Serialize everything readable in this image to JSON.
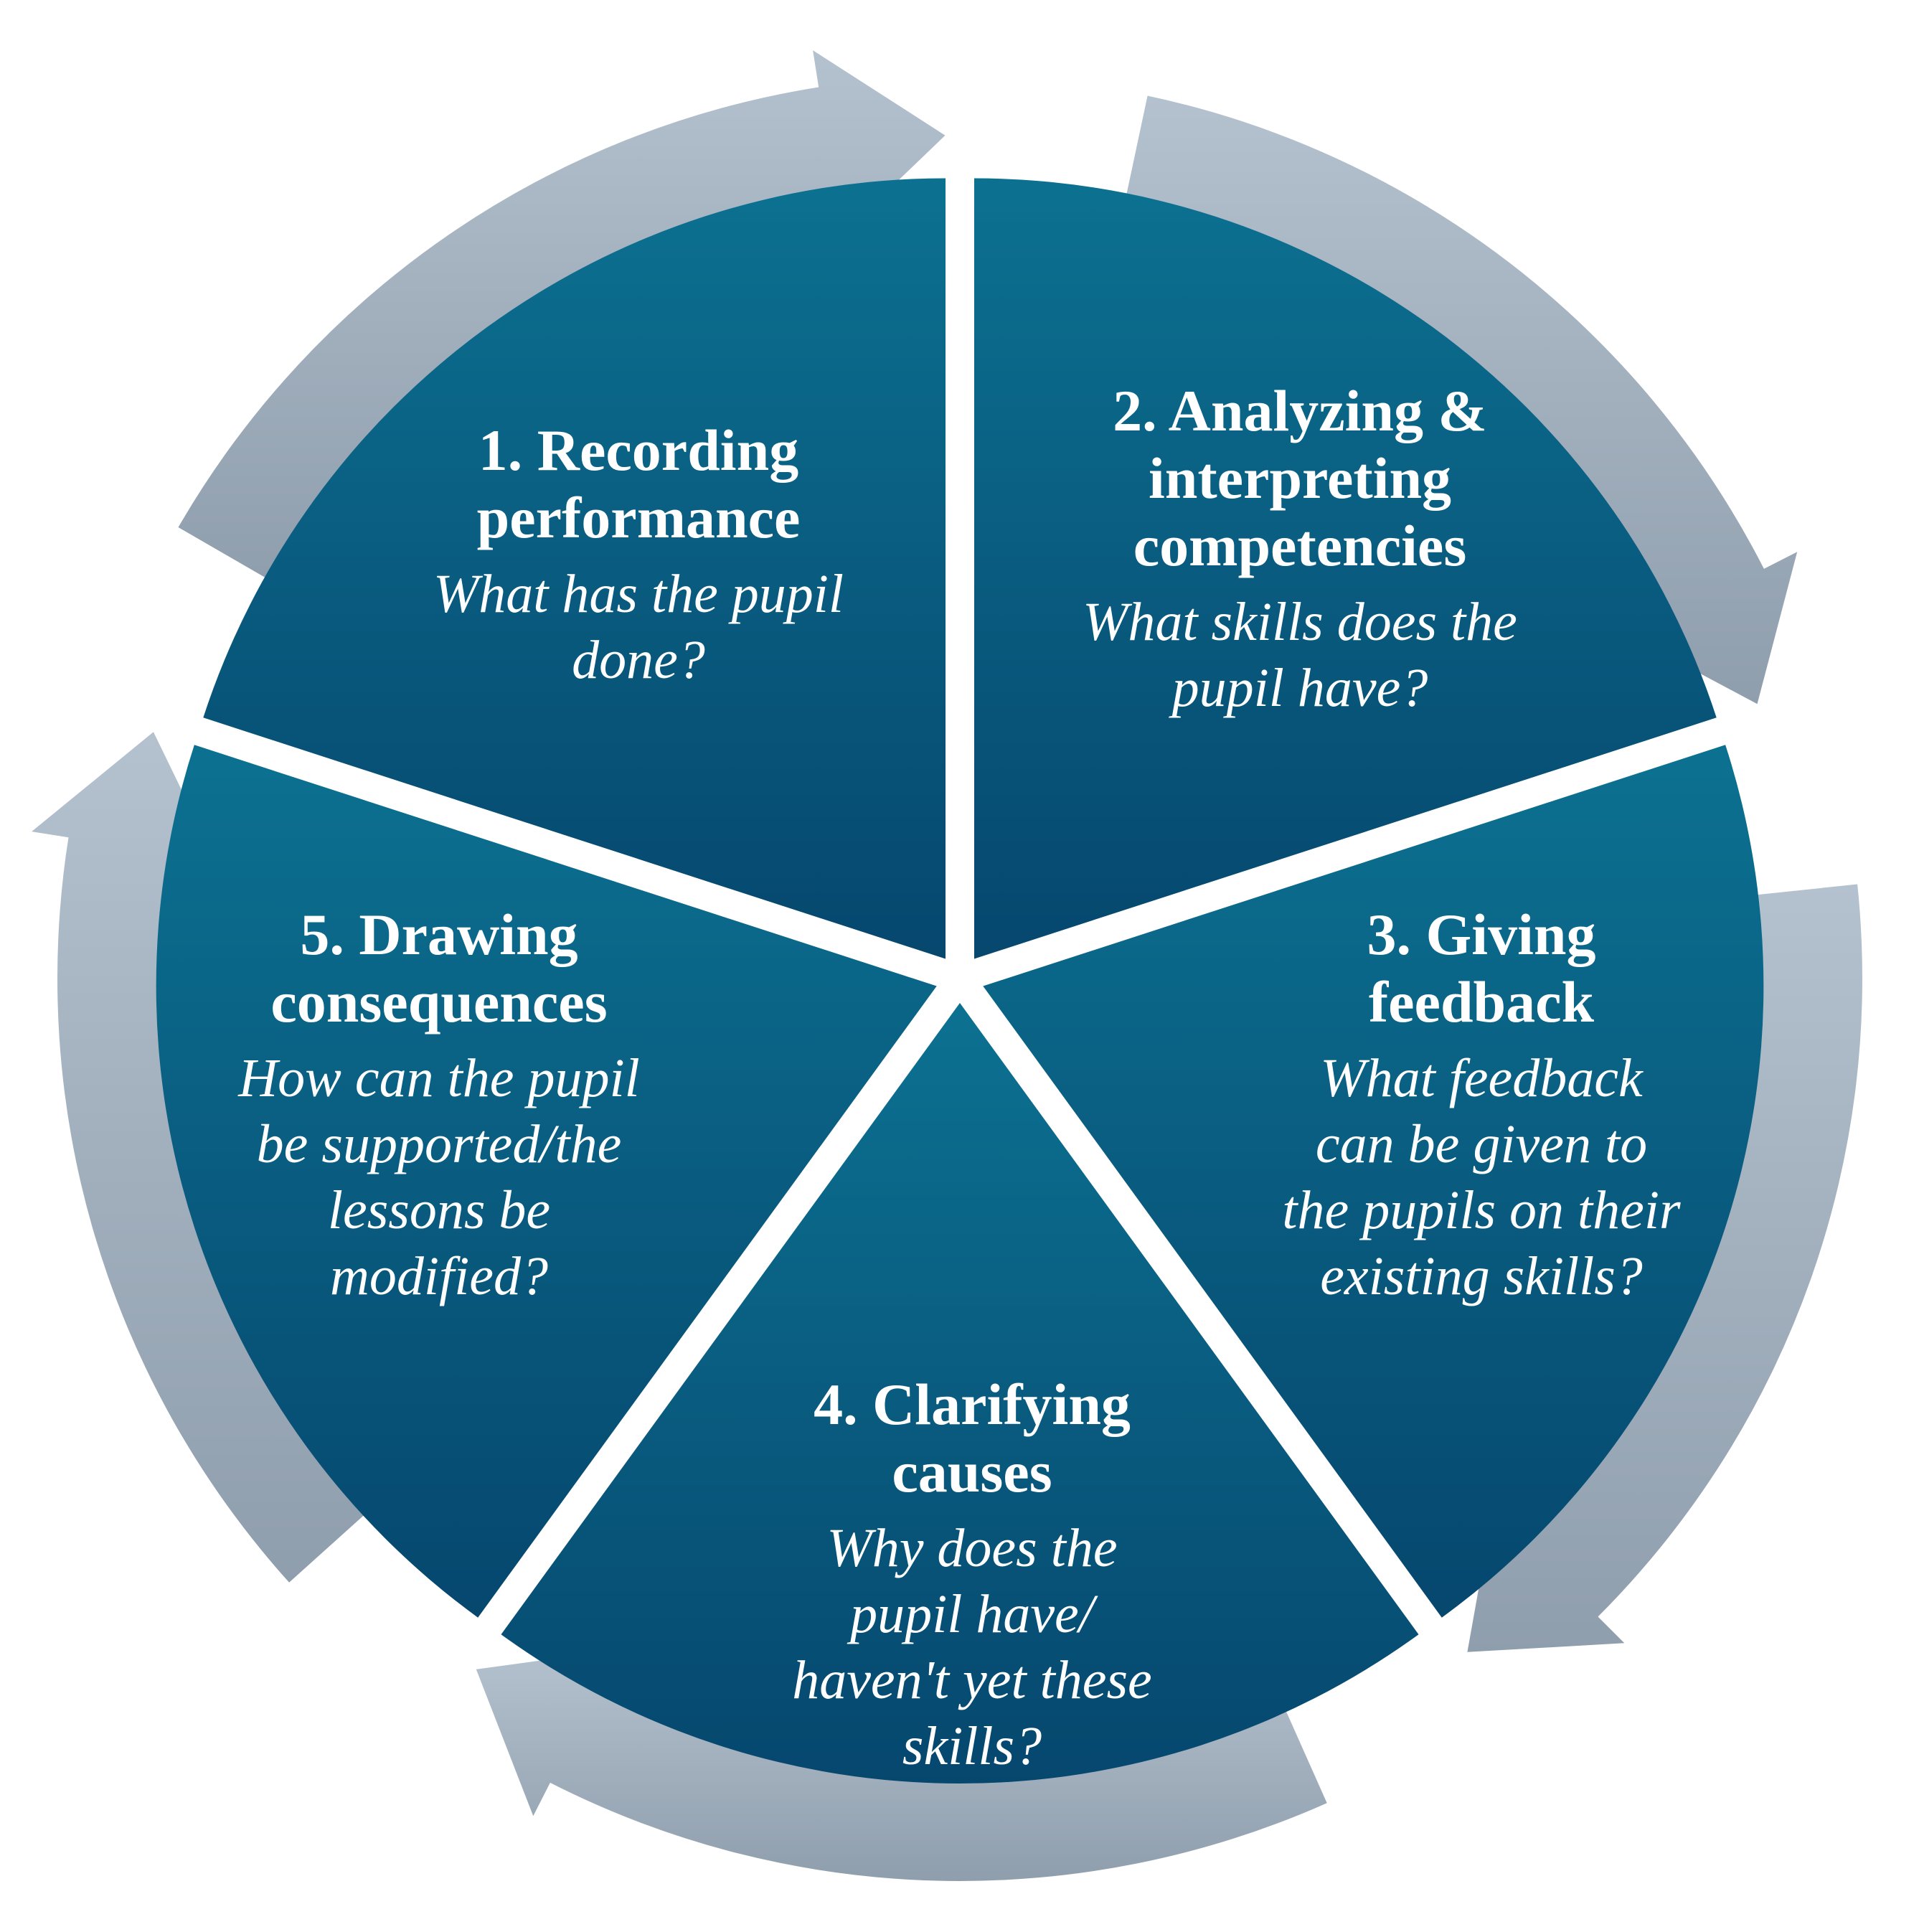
{
  "colors": {
    "segment_light": "#0c7191",
    "segment_dark": "#06476e",
    "arrow_light": "#b4c1ce",
    "arrow_dark": "#8f9ead",
    "text": "#ffffff",
    "background": "#ffffff"
  },
  "steps": [
    {
      "id": "recording-performance",
      "title_lines": [
        "1. Recording",
        "performance"
      ],
      "question_lines": [
        "What has the pupil",
        "done?"
      ]
    },
    {
      "id": "analyzing-interpreting",
      "title_lines": [
        "2. Analyzing &",
        "interpreting",
        "competencies"
      ],
      "question_lines": [
        "What skills does the",
        "pupil have?"
      ]
    },
    {
      "id": "giving-feedback",
      "title_lines": [
        "3. Giving",
        "feedback"
      ],
      "question_lines": [
        "What feedback",
        "can be given to",
        "the pupils on their",
        "existing skills?"
      ]
    },
    {
      "id": "clarifying-causes",
      "title_lines": [
        "4. Clarifying",
        "causes"
      ],
      "question_lines": [
        "Why does the",
        "pupil have/",
        "haven't yet these",
        "skills?"
      ]
    },
    {
      "id": "drawing-consequences",
      "title_lines": [
        "5. Drawing",
        "consequences"
      ],
      "question_lines": [
        "How can the pupil",
        "be supported/the",
        "lessons be",
        "modified?"
      ]
    }
  ]
}
